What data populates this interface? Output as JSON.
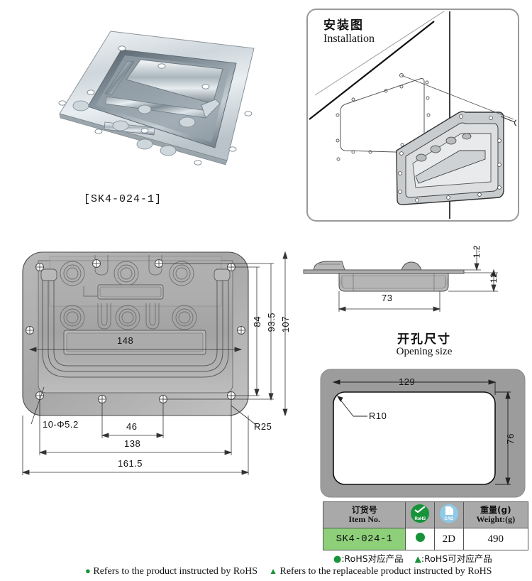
{
  "product": {
    "photo_caption": "[SK4-024-1]",
    "photo_alt_name": "chrome-recessed-spring-handle-photo"
  },
  "installation": {
    "title_cn": "安装图",
    "title_en": "Installation"
  },
  "main_drawing": {
    "dimensions": {
      "inner_width": "148",
      "hole_height_84": "84",
      "height_93_5": "93.5",
      "height_107": "107",
      "hole_spacing_46": "46",
      "hole_width_138": "138",
      "overall_width_161_5": "161.5",
      "hole_callout": "10-Φ5.2",
      "corner_radius": "R25"
    }
  },
  "side_view": {
    "dimensions": {
      "length_73": "73",
      "thickness_1_2": "1.2",
      "depth_12": "12"
    }
  },
  "opening": {
    "title_cn": "开孔尺寸",
    "title_en": "Opening size",
    "dimensions": {
      "width_129": "129",
      "height_76": "76",
      "corner_radius": "R10"
    }
  },
  "spec_table": {
    "headers": [
      {
        "cn": "订货号",
        "en": "Item No."
      },
      {
        "cn": "",
        "en": "",
        "icon": "rohs-icon",
        "icon_label": "RoHS"
      },
      {
        "cn": "",
        "en": "",
        "icon": "cad-icon",
        "icon_label": "CAD"
      },
      {
        "cn": "重量(g)",
        "en": "Weight:(g)"
      }
    ],
    "rows": [
      {
        "item_no": "SK4-024-1",
        "rohs": "●",
        "cad": "2D",
        "weight": "490"
      }
    ]
  },
  "legend": {
    "cn_line": "●:RoHS对应产品    ▲:RoHS可对应产品",
    "cn_dot_symbol": "●",
    "cn_dot_text": ":RoHS对应产品",
    "cn_tri_symbol": "▲",
    "cn_tri_text": ":RoHS可对应产品",
    "en_dot_symbol": "●",
    "en_dot_text": "Refers to the product instructed by RoHS",
    "en_tri_symbol": "▲",
    "en_tri_text": "Refers to the replaceable product instructed by RoHS"
  },
  "colors": {
    "rohs_green": "#17933a",
    "cad_blue": "#8ec9e8",
    "item_cell_green": "#8ed07a",
    "table_header_gray": "#a9a9a9",
    "drawing_gray": "#a8a8a8",
    "panel_border_gray": "#9a9a9a"
  }
}
